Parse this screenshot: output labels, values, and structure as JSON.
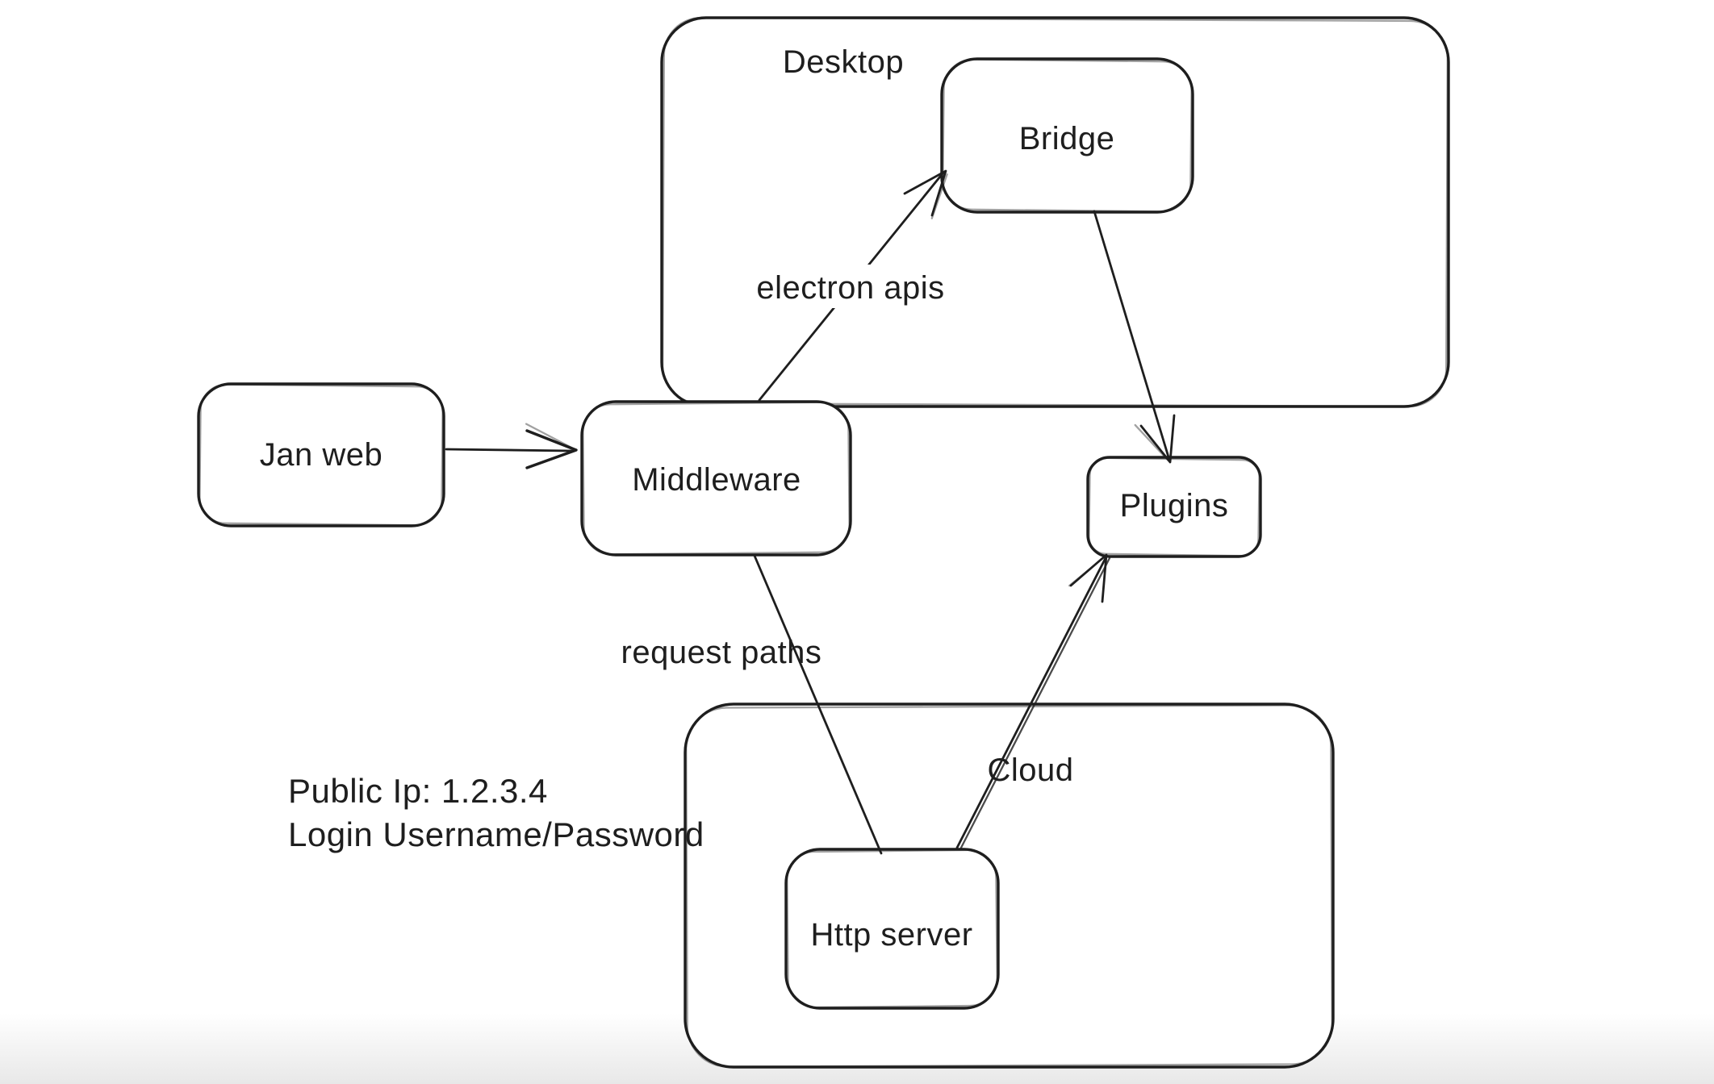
{
  "colors": {
    "ink": "#1e1e1e",
    "background": "#ffffff",
    "bottom_fade": "#e8e8e8"
  },
  "containers": [
    {
      "label": "Desktop"
    },
    {
      "label": "Cloud"
    }
  ],
  "nodes": [
    {
      "label": "Jan web"
    },
    {
      "label": "Middleware"
    },
    {
      "label": "Bridge"
    },
    {
      "label": "Plugins"
    },
    {
      "label": "Http server"
    }
  ],
  "edges": [
    {
      "from": "Jan web",
      "to": "Middleware",
      "label": ""
    },
    {
      "from": "Middleware",
      "to": "Bridge",
      "label": "electron apis"
    },
    {
      "from": "Bridge",
      "to": "Plugins",
      "label": ""
    },
    {
      "from": "Middleware",
      "to": "Http server",
      "label": "request paths"
    },
    {
      "from": "Http server",
      "to": "Plugins",
      "label": ""
    }
  ],
  "annotation": {
    "line1": "Public Ip: 1.2.3.4",
    "line2": "Login Username/Password"
  }
}
